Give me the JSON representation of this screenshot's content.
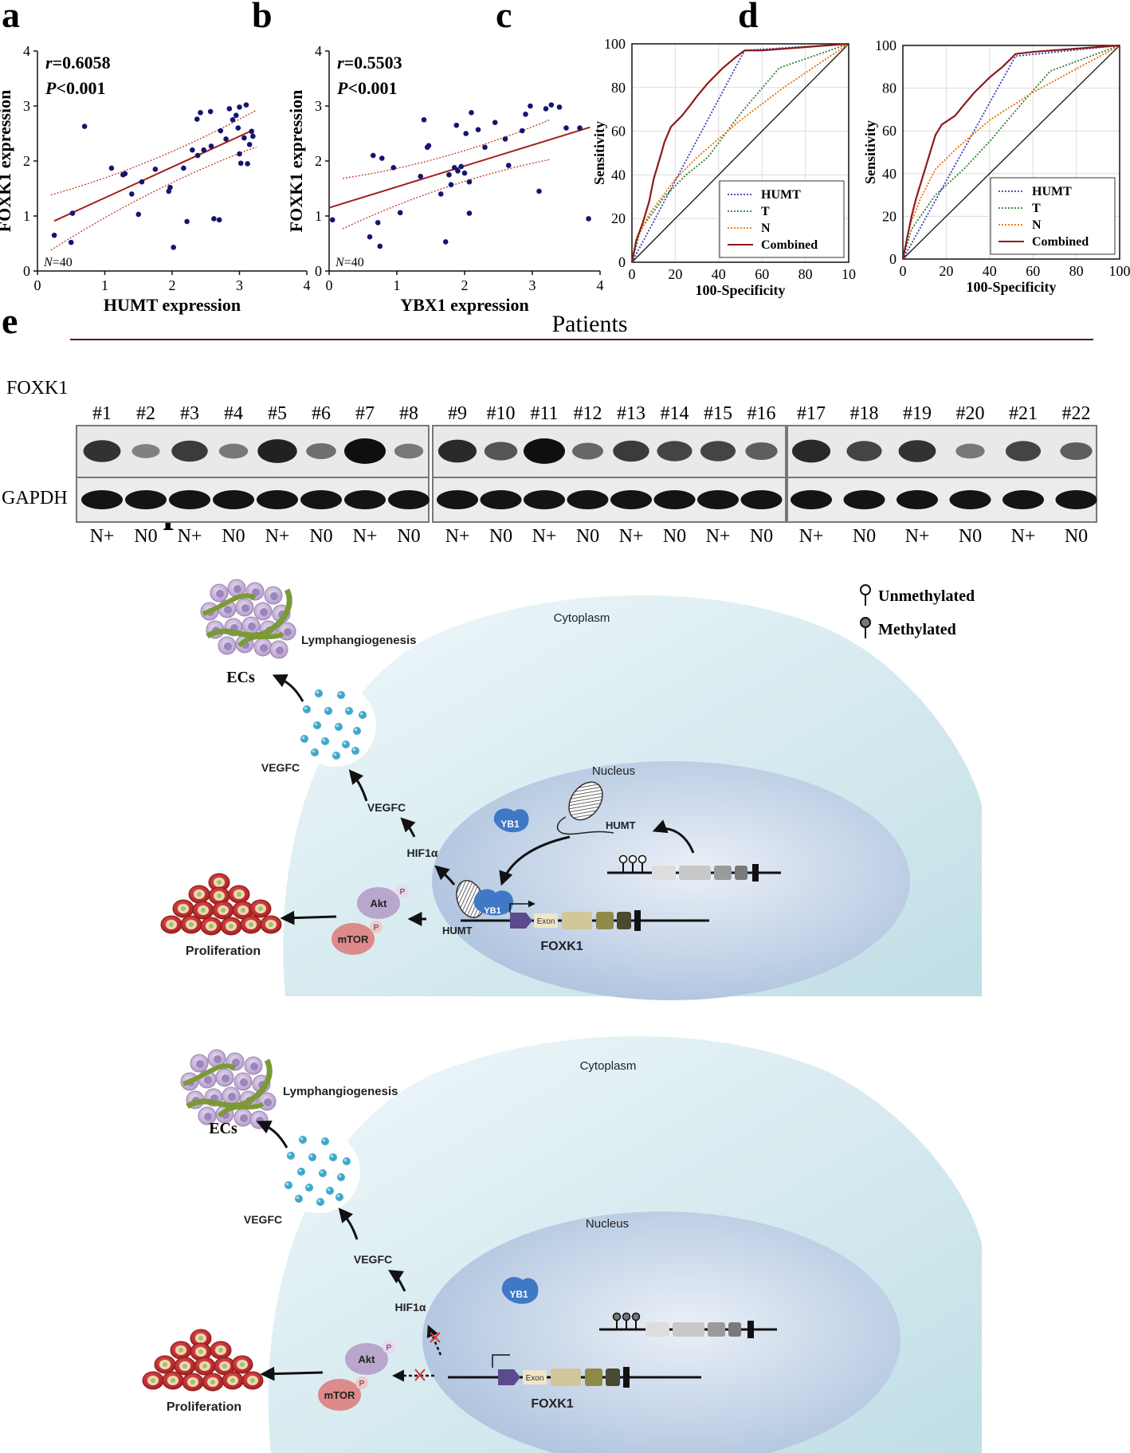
{
  "chart_data": [
    {
      "panel": "a",
      "type": "scatter",
      "xlabel": "HUMT expression",
      "ylabel": "FOXK1 expression",
      "xlim": [
        0,
        4
      ],
      "ylim": [
        0,
        4
      ],
      "xticks": [
        "0",
        "1",
        "2",
        "3",
        "4"
      ],
      "yticks": [
        "0",
        "1",
        "2",
        "3",
        "4"
      ],
      "stats": {
        "r": "0.6058",
        "p": "<0.001",
        "n": "40"
      },
      "fit": {
        "slope": 0.56,
        "intercept": 0.77
      },
      "points": [
        [
          0.25,
          0.65
        ],
        [
          0.5,
          0.52
        ],
        [
          0.52,
          1.05
        ],
        [
          0.7,
          2.63
        ],
        [
          1.1,
          1.87
        ],
        [
          1.27,
          1.75
        ],
        [
          1.3,
          1.77
        ],
        [
          1.4,
          1.4
        ],
        [
          1.5,
          1.03
        ],
        [
          1.55,
          1.62
        ],
        [
          1.75,
          1.85
        ],
        [
          1.95,
          1.45
        ],
        [
          1.97,
          1.52
        ],
        [
          2.02,
          0.43
        ],
        [
          2.17,
          1.87
        ],
        [
          2.22,
          0.9
        ],
        [
          2.3,
          2.2
        ],
        [
          2.37,
          2.76
        ],
        [
          2.38,
          2.1
        ],
        [
          2.42,
          2.88
        ],
        [
          2.47,
          2.2
        ],
        [
          2.57,
          2.9
        ],
        [
          2.58,
          2.27
        ],
        [
          2.62,
          0.95
        ],
        [
          2.7,
          0.93
        ],
        [
          2.72,
          2.55
        ],
        [
          2.8,
          2.4
        ],
        [
          2.85,
          2.95
        ],
        [
          2.9,
          2.75
        ],
        [
          2.95,
          2.83
        ],
        [
          2.98,
          2.6
        ],
        [
          3.0,
          2.98
        ],
        [
          3.0,
          2.13
        ],
        [
          3.02,
          1.96
        ],
        [
          3.07,
          2.42
        ],
        [
          3.1,
          3.02
        ],
        [
          3.12,
          1.95
        ],
        [
          3.15,
          2.3
        ],
        [
          3.18,
          2.54
        ],
        [
          3.2,
          2.45
        ]
      ]
    },
    {
      "panel": "b",
      "type": "scatter",
      "xlabel": "YBX1 expression",
      "ylabel": "FOXK1 expression",
      "xlim": [
        0,
        4
      ],
      "ylim": [
        0,
        4
      ],
      "xticks": [
        "0",
        "1",
        "2",
        "3",
        "4"
      ],
      "yticks": [
        "0",
        "1",
        "2",
        "3",
        "4"
      ],
      "stats": {
        "r": "0.5503",
        "p": "<0.001",
        "n": "40"
      },
      "fit": {
        "slope": 0.38,
        "intercept": 1.15
      },
      "points": [
        [
          0.05,
          0.93
        ],
        [
          0.6,
          0.62
        ],
        [
          0.65,
          2.1
        ],
        [
          0.72,
          0.88
        ],
        [
          0.75,
          0.45
        ],
        [
          0.78,
          2.05
        ],
        [
          0.95,
          1.88
        ],
        [
          1.05,
          1.06
        ],
        [
          1.35,
          1.72
        ],
        [
          1.4,
          2.75
        ],
        [
          1.45,
          2.25
        ],
        [
          1.47,
          2.28
        ],
        [
          1.65,
          1.4
        ],
        [
          1.72,
          0.53
        ],
        [
          1.77,
          1.75
        ],
        [
          1.8,
          1.57
        ],
        [
          1.85,
          1.88
        ],
        [
          1.88,
          2.65
        ],
        [
          1.9,
          1.82
        ],
        [
          1.95,
          1.9
        ],
        [
          2.0,
          1.78
        ],
        [
          2.02,
          2.5
        ],
        [
          2.07,
          1.05
        ],
        [
          2.07,
          1.62
        ],
        [
          2.1,
          2.88
        ],
        [
          2.2,
          2.57
        ],
        [
          2.3,
          2.25
        ],
        [
          2.45,
          2.7
        ],
        [
          2.6,
          2.4
        ],
        [
          2.65,
          1.92
        ],
        [
          2.85,
          2.55
        ],
        [
          2.9,
          2.85
        ],
        [
          2.97,
          3.0
        ],
        [
          3.1,
          1.45
        ],
        [
          3.2,
          2.95
        ],
        [
          3.28,
          3.02
        ],
        [
          3.4,
          2.98
        ],
        [
          3.5,
          2.6
        ],
        [
          3.7,
          2.6
        ],
        [
          3.83,
          0.95
        ]
      ]
    },
    {
      "panel": "c",
      "type": "line",
      "xlabel": "100-Specificity",
      "ylabel": "Sensitivity",
      "xlim": [
        0,
        100
      ],
      "ylim": [
        0,
        100
      ],
      "xticks": [
        "0",
        "20",
        "40",
        "60",
        "80",
        "10"
      ],
      "yticks": [
        "0",
        "20",
        "40",
        "60",
        "80",
        "100"
      ],
      "legend": "bottom-right",
      "series": [
        {
          "name": "HUMT",
          "color": "#3b3bb5",
          "dash": "dotted",
          "points": [
            [
              0,
              0
            ],
            [
              52,
              97
            ],
            [
              100,
              100
            ]
          ]
        },
        {
          "name": "T",
          "color": "#2e7d32",
          "dash": "dotted",
          "points": [
            [
              0,
              0
            ],
            [
              4,
              15
            ],
            [
              15,
              30
            ],
            [
              25,
              40
            ],
            [
              35,
              48
            ],
            [
              50,
              68
            ],
            [
              68,
              89
            ],
            [
              100,
              100
            ]
          ]
        },
        {
          "name": "N",
          "color": "#ef6c00",
          "dash": "dotted",
          "points": [
            [
              0,
              0
            ],
            [
              2,
              10
            ],
            [
              8,
              22
            ],
            [
              20,
              38
            ],
            [
              30,
              48
            ],
            [
              50,
              65
            ],
            [
              70,
              80
            ],
            [
              100,
              100
            ]
          ]
        },
        {
          "name": "Combined",
          "color": "#8b1a1a",
          "dash": "solid",
          "points": [
            [
              0,
              0
            ],
            [
              2,
              10
            ],
            [
              5,
              18
            ],
            [
              8,
              28
            ],
            [
              10,
              38
            ],
            [
              13,
              48
            ],
            [
              15,
              55
            ],
            [
              18,
              62
            ],
            [
              23,
              67
            ],
            [
              27,
              72
            ],
            [
              30,
              76
            ],
            [
              35,
              82
            ],
            [
              42,
              89
            ],
            [
              48,
              94
            ],
            [
              52,
              97
            ],
            [
              60,
              97
            ],
            [
              100,
              100
            ]
          ]
        }
      ]
    },
    {
      "panel": "d",
      "type": "line",
      "xlabel": "100-Specificity",
      "ylabel": "Sensitivity",
      "xlim": [
        0,
        100
      ],
      "ylim": [
        0,
        100
      ],
      "xticks": [
        "0",
        "20",
        "40",
        "60",
        "80",
        "100"
      ],
      "yticks": [
        "0",
        "20",
        "40",
        "60",
        "80",
        "100"
      ],
      "legend": "bottom-right",
      "series": [
        {
          "name": "HUMT",
          "color": "#3b3bb5",
          "dash": "dotted",
          "points": [
            [
              0,
              0
            ],
            [
              52,
              95
            ],
            [
              100,
              100
            ]
          ]
        },
        {
          "name": "T",
          "color": "#2e7d32",
          "dash": "dotted",
          "points": [
            [
              0,
              0
            ],
            [
              4,
              14
            ],
            [
              15,
              30
            ],
            [
              28,
              42
            ],
            [
              40,
              55
            ],
            [
              55,
              73
            ],
            [
              68,
              88
            ],
            [
              100,
              100
            ]
          ]
        },
        {
          "name": "N",
          "color": "#ef6c00",
          "dash": "dotted",
          "points": [
            [
              0,
              0
            ],
            [
              3,
              15
            ],
            [
              8,
              28
            ],
            [
              15,
              42
            ],
            [
              25,
              52
            ],
            [
              40,
              65
            ],
            [
              60,
              78
            ],
            [
              100,
              100
            ]
          ]
        },
        {
          "name": "Combined",
          "color": "#8b1a1a",
          "dash": "solid",
          "points": [
            [
              0,
              0
            ],
            [
              2,
              10
            ],
            [
              4,
              20
            ],
            [
              6,
              28
            ],
            [
              9,
              38
            ],
            [
              12,
              48
            ],
            [
              15,
              58
            ],
            [
              18,
              63
            ],
            [
              24,
              67
            ],
            [
              28,
              72
            ],
            [
              33,
              78
            ],
            [
              40,
              85
            ],
            [
              46,
              90
            ],
            [
              52,
              96
            ],
            [
              60,
              97
            ],
            [
              100,
              100
            ]
          ]
        }
      ]
    }
  ],
  "panel_letters": {
    "a": "a",
    "b": "b",
    "c": "c",
    "d": "d",
    "e": "e",
    "f": "f"
  },
  "stat_labels": {
    "r_prefix": "r",
    "p_prefix": "P",
    "n_prefix": "N"
  },
  "western_blot": {
    "title": "Patients",
    "patients": [
      "#1",
      "#2",
      "#3",
      "#4",
      "#5",
      "#6",
      "#7",
      "#8",
      "#9",
      "#10",
      "#11",
      "#12",
      "#13",
      "#14",
      "#15",
      "#16",
      "#17",
      "#18",
      "#19",
      "#20",
      "#21",
      "#22"
    ],
    "status": [
      "N+",
      "N0",
      "N+",
      "N0",
      "N+",
      "N0",
      "N+",
      "N0",
      "N+",
      "N0",
      "N+",
      "N0",
      "N+",
      "N0",
      "N+",
      "N0",
      "N+",
      "N0",
      "N+",
      "N0",
      "N+",
      "N0"
    ],
    "foxk1_intensity": [
      0.8,
      0.35,
      0.75,
      0.4,
      0.9,
      0.45,
      1.0,
      0.4,
      0.85,
      0.6,
      1.0,
      0.5,
      0.75,
      0.7,
      0.7,
      0.55,
      0.85,
      0.7,
      0.8,
      0.4,
      0.7,
      0.55
    ],
    "rows": [
      "FOXK1",
      "GAPDH"
    ]
  },
  "diagram": {
    "key": {
      "unmethylated": "Unmethylated",
      "methylated": "Methylated"
    },
    "top": {
      "cytoplasm": "Cytoplasm",
      "nucleus": "Nucleus",
      "lymph": "Lymphangiogenesis",
      "ecs": "ECs",
      "vegfc1": "VEGFC",
      "vegfc2": "VEGFC",
      "hif": "HIF1α",
      "yb1_free": "YB1",
      "humt_free": "HUMT",
      "humt_bound": "HUMT",
      "yb1_bound": "YB1",
      "akt": "Akt",
      "mtor": "mTOR",
      "p1": "P",
      "p2": "P",
      "proliferation": "Proliferation",
      "exon": "Exon",
      "foxk1": "FOXK1"
    },
    "bottom": {
      "cytoplasm": "Cytoplasm",
      "nucleus": "Nucleus",
      "lymph": "Lymphangiogenesis",
      "ecs": "ECs",
      "vegfc1": "VEGFC",
      "vegfc2": "VEGFC",
      "hif": "HIF1α",
      "yb1": "YB1",
      "akt": "Akt",
      "mtor": "mTOR",
      "p1": "P",
      "p2": "P",
      "proliferation": "Proliferation",
      "exon": "Exon",
      "foxk1": "FOXK1"
    }
  }
}
